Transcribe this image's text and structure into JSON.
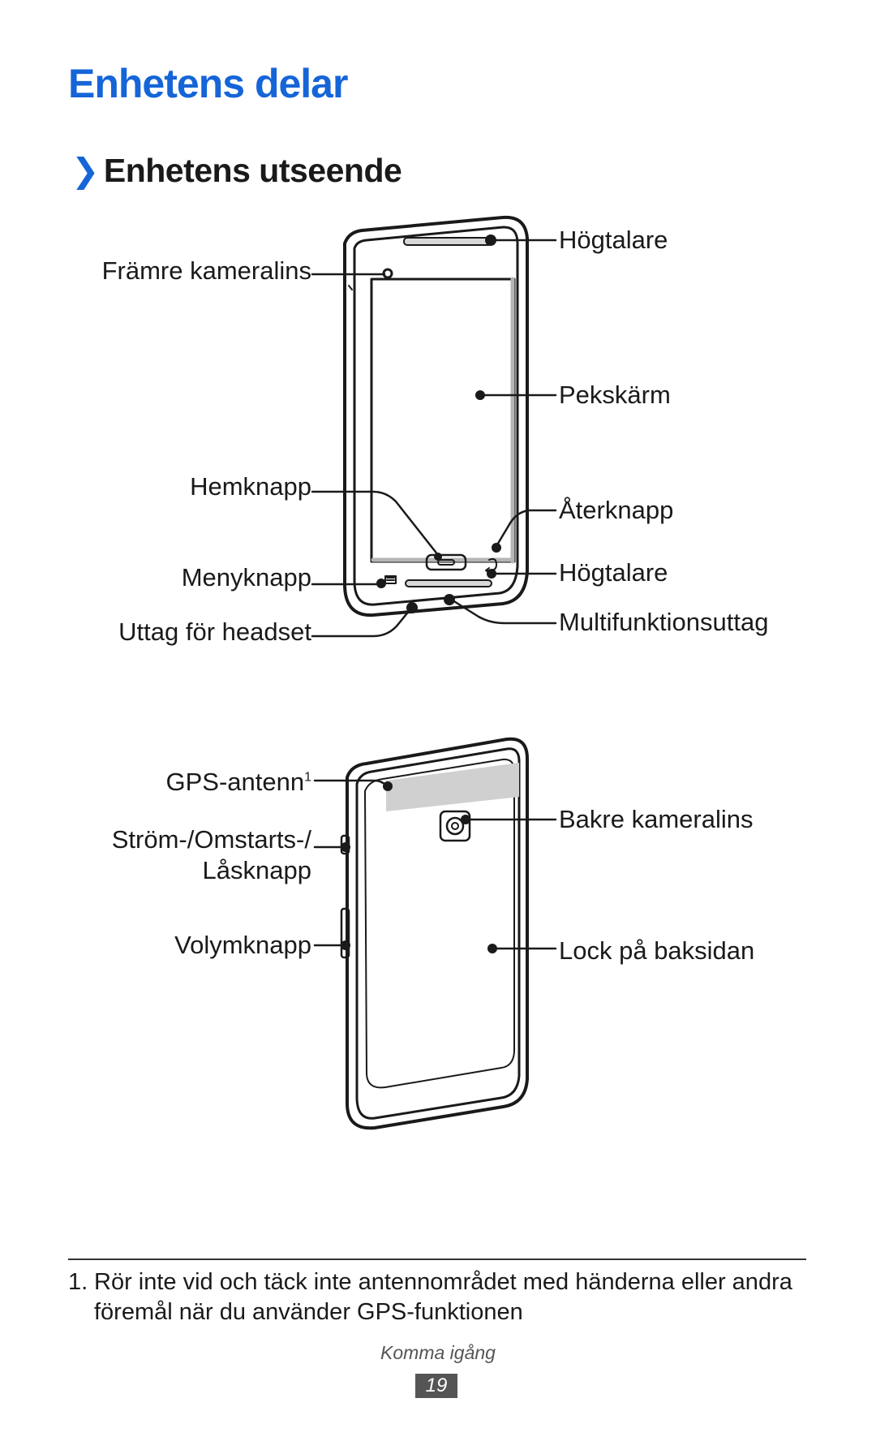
{
  "page": {
    "title": "Enhetens delar",
    "section_chevron": "❯",
    "section_title": "Enhetens utseende"
  },
  "front_labels": {
    "speaker_top": "Högtalare",
    "front_camera": "Främre kameralins",
    "touchscreen": "Pekskärm",
    "home_key": "Hemknapp",
    "back_key": "Återknapp",
    "menu_key": "Menyknapp",
    "speaker_bottom": "Högtalare",
    "headset_jack": "Uttag för headset",
    "multifunction_jack": "Multifunktionsuttag"
  },
  "back_labels": {
    "gps_antenna": "GPS-antenn",
    "gps_antenna_footnote_mark": "1",
    "power_key_line1": "Ström-/Omstarts-/",
    "power_key_line2": "Låsknapp",
    "volume_key": "Volymknapp",
    "rear_camera": "Bakre kameralins",
    "back_cover": "Lock på baksidan"
  },
  "footnote": {
    "number": "1.",
    "text": "Rör inte vid och täck inte antennområdet med händerna eller andra föremål när du använder GPS-funktionen"
  },
  "footer": {
    "section_name": "Komma igång",
    "page_number": "19"
  },
  "colors": {
    "heading_blue": "#1565d8",
    "page_badge": "#555555"
  }
}
